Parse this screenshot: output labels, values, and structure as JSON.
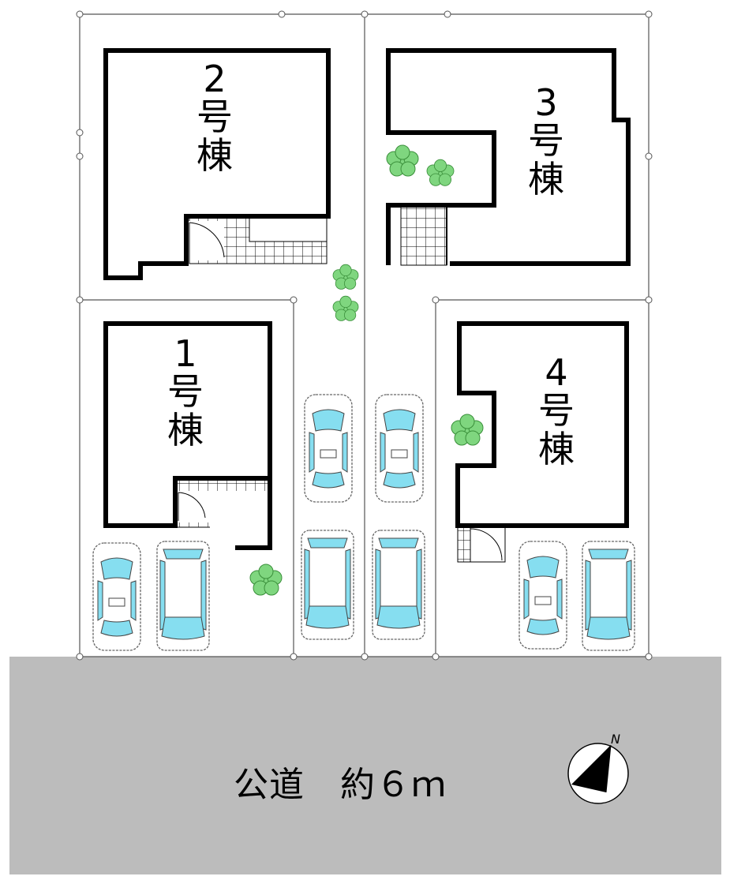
{
  "buildings": [
    {
      "id": "1",
      "number": "1",
      "line1": "号",
      "line2": "棟"
    },
    {
      "id": "2",
      "number": "2",
      "line1": "号",
      "line2": "棟"
    },
    {
      "id": "3",
      "number": "3",
      "line1": "号",
      "line2": "棟"
    },
    {
      "id": "4",
      "number": "4",
      "line1": "号",
      "line2": "棟"
    }
  ],
  "road": {
    "label": "公道　約６ｍ"
  },
  "compass": {
    "north_label": "N"
  },
  "colors": {
    "road": "#bcbcbc",
    "tree": "#7fd67f",
    "car_glass": "#86def0",
    "wall": "#000000"
  }
}
